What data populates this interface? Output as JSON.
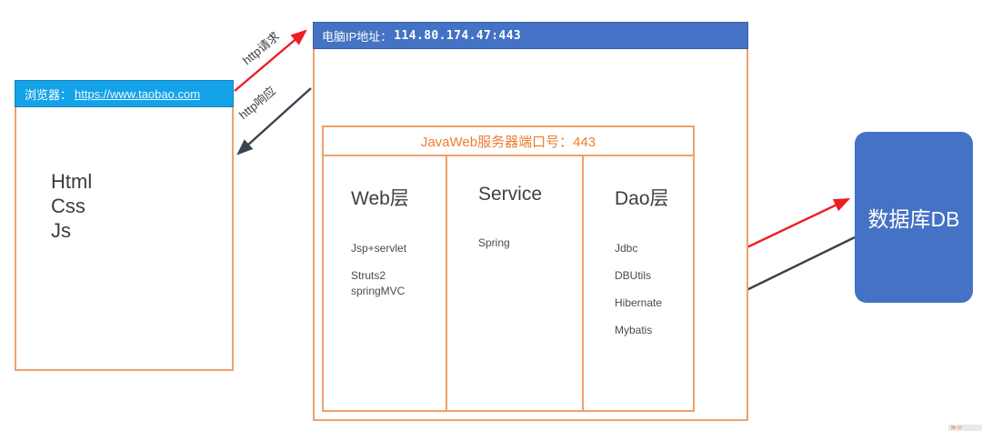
{
  "colors": {
    "browser_header_blue": "#14a3e8",
    "server_header_blue": "#4472c4",
    "database_blue": "#4472c4",
    "box_border_orange": "#f0a169",
    "inner_title_orange": "#ed7d31",
    "arrow_red": "#ed1c24",
    "arrow_black": "#3b434e"
  },
  "browser": {
    "title": "浏览器：",
    "url": "https://www.taobao.com",
    "items": [
      "Html",
      "Css",
      "Js"
    ]
  },
  "flows": {
    "request_label": "http请求",
    "response_label": "http响应"
  },
  "server": {
    "ip_label": "电脑IP地址：",
    "ip_value": "114.80.174.47:443",
    "inner_title": "JavaWeb服务器端口号：443",
    "columns": [
      {
        "title": "Web层",
        "items": [
          "Jsp+servlet",
          "Struts2",
          "springMVC"
        ]
      },
      {
        "title": "Service",
        "items": [
          "Spring"
        ]
      },
      {
        "title": "Dao层",
        "items": [
          "Jdbc",
          "DBUtils",
          "Hibernate",
          "Mybatis"
        ]
      }
    ]
  },
  "database": {
    "label": "数据库DB"
  }
}
